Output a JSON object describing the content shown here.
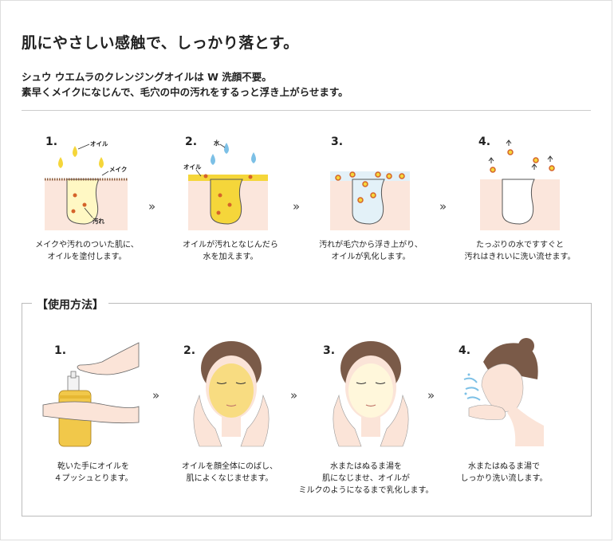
{
  "heading": {
    "title": "肌にやさしい感触で、しっかり落とす。",
    "subtitle_line1": "シュウ ウエムラのクレンジングオイルは W 洗顔不要。",
    "subtitle_line2": "素早くメイクになじんで、毛穴の中の汚れをするっと浮き上がらせます。"
  },
  "steps": [
    {
      "number": "1.",
      "line1": "メイクや汚れのついた肌に、",
      "line2": "オイルを塗付します。"
    },
    {
      "number": "2.",
      "line1": "オイルが汚れとなじんだら",
      "line2": "水を加えます。"
    },
    {
      "number": "3.",
      "line1": "汚れが毛穴から浮き上がり、",
      "line2": "オイルが乳化します。"
    },
    {
      "number": "4.",
      "line1": "たっぷりの水ですすぐと",
      "line2": "汚れはきれいに洗い流せます。"
    }
  ],
  "diagram_labels": {
    "oil": "オイル",
    "makeup": "メイク",
    "dirt": "汚れ",
    "water": "水"
  },
  "arrow_glyph": "»",
  "usage": {
    "title": "【使用方法】",
    "steps": [
      {
        "number": "1.",
        "line1": "乾いた手にオイルを",
        "line2": "４プッシュとります。",
        "line3": ""
      },
      {
        "number": "2.",
        "line1": "オイルを顔全体にのばし、",
        "line2": "肌によくなじませます。",
        "line3": ""
      },
      {
        "number": "3.",
        "line1": "水またはぬるま湯を",
        "line2": "肌になじませ、オイルが",
        "line3": "ミルクのようになるまで乳化します。"
      },
      {
        "number": "4.",
        "line1": "水またはぬるま湯で",
        "line2": "しっかり洗い流します。",
        "line3": ""
      }
    ]
  },
  "colors": {
    "skin": "#fbe6dc",
    "oil": "#f5d63a",
    "water": "#7cc0e6",
    "dirt": "#d5632a",
    "emulsion": "#e3f1f8"
  }
}
